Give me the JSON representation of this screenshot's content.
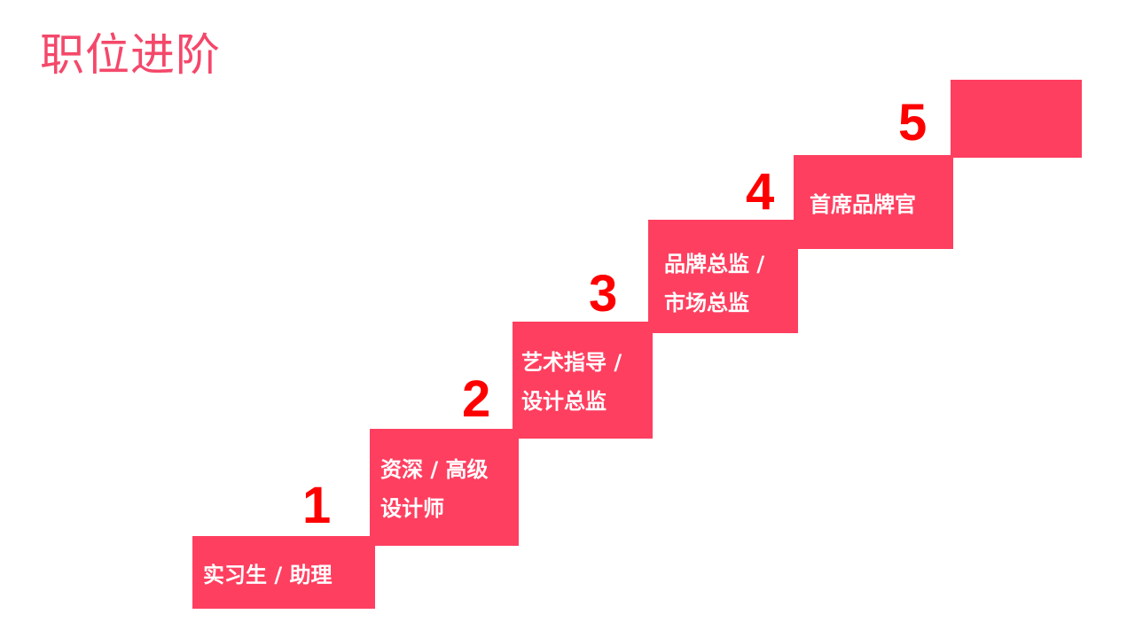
{
  "title": "职位进阶",
  "colors": {
    "step": "#FF3F60",
    "number": "#FF0000",
    "title": "#F4486A"
  },
  "steps": [
    {
      "number": "1",
      "lines": [
        "实习生 / 助理"
      ]
    },
    {
      "number": "2",
      "lines": [
        "资深 / 高级",
        "设计师"
      ]
    },
    {
      "number": "3",
      "lines": [
        "艺术指导 /",
        "设计总监"
      ]
    },
    {
      "number": "4",
      "lines": [
        "品牌总监 /",
        "市场总监"
      ]
    },
    {
      "number": "5",
      "lines": [
        "首席品牌官"
      ]
    }
  ]
}
